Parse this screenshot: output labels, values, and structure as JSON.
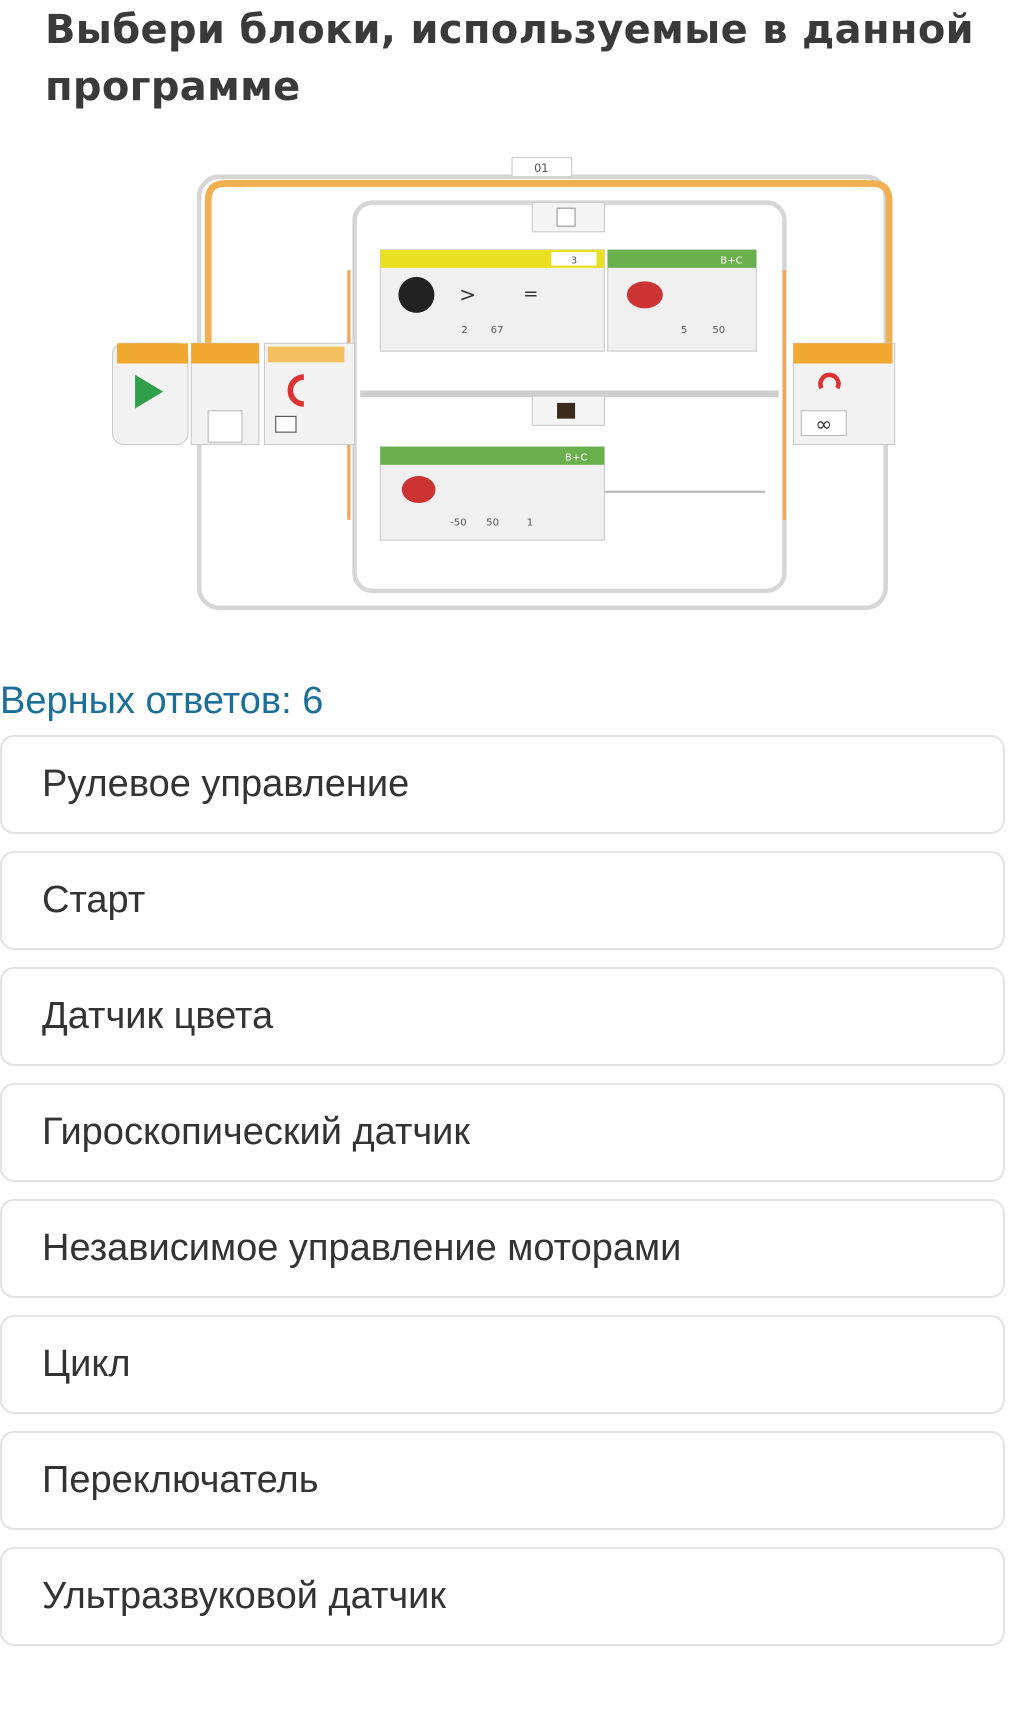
{
  "question": {
    "title": "Выбери блоки, используемые в данной программе"
  },
  "diagram": {
    "loop_label": "01",
    "sensor_values": [
      "2",
      "67"
    ],
    "sensor_port": "3",
    "steering_port": "B+C",
    "steering_values": [
      "5",
      "50"
    ],
    "tank_port": "B+C",
    "tank_values": [
      "-50",
      "50",
      "1"
    ],
    "colors": {
      "loop": "#f0a030",
      "sensor": "#e8e020",
      "motor": "#6ab04c",
      "start": "#2e9e4a",
      "frame": "#d0d0d0"
    }
  },
  "answers": {
    "count_label": "Верных ответов: 6",
    "options": [
      "Рулевое управление",
      "Старт",
      "Датчик цвета",
      "Гироскопический датчик",
      "Независимое управление моторами",
      "Цикл",
      "Переключатель",
      "Ультразвуковой датчик"
    ]
  }
}
